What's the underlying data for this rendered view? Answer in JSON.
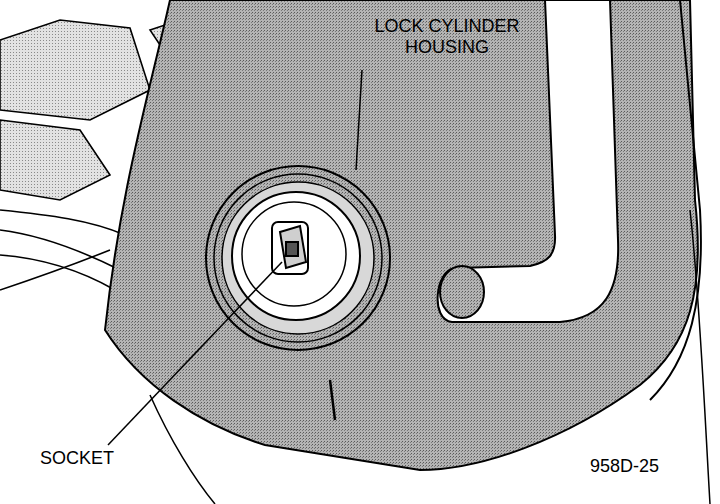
{
  "diagram": {
    "labels": [
      "LOCK CYLINDER HOUSING",
      "SOCKET",
      "958D-25"
    ]
  }
}
